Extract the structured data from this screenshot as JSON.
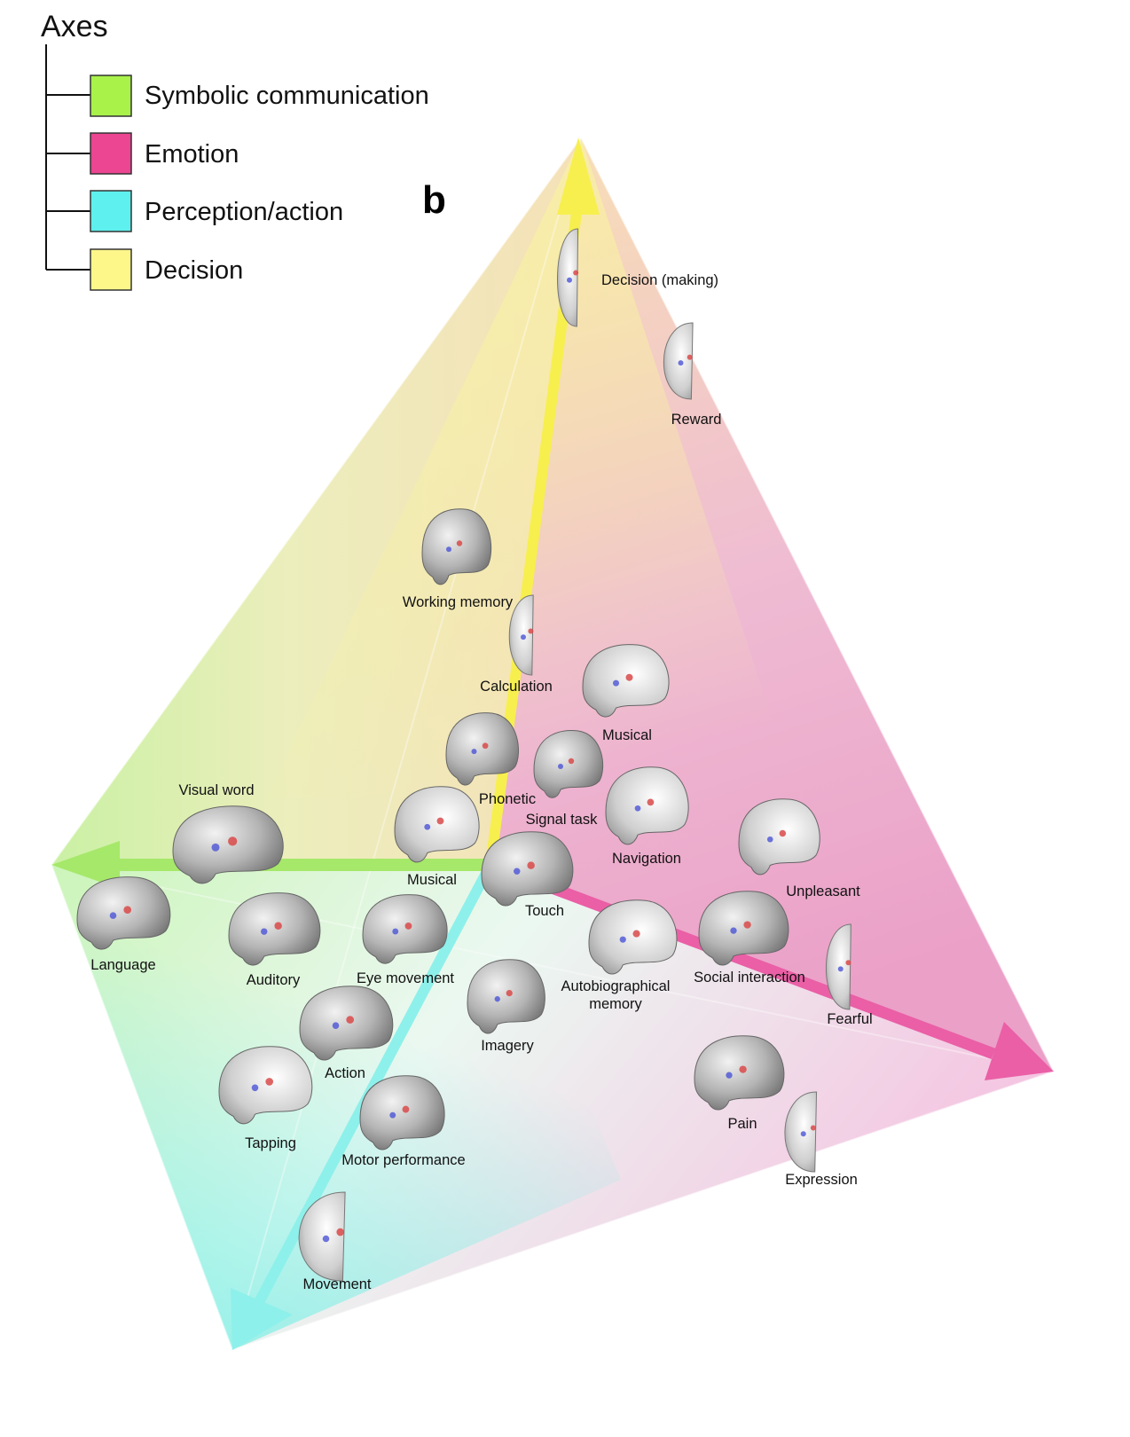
{
  "legend": {
    "title": "Axes",
    "items": [
      {
        "label": "Symbolic communication",
        "color": "#a8f24a"
      },
      {
        "label": "Emotion",
        "color": "#ec4592"
      },
      {
        "label": "Perception/action",
        "color": "#5ef0ee"
      },
      {
        "label": "Decision",
        "color": "#fdf78a"
      }
    ]
  },
  "panel_letter": "b",
  "axis_colors": {
    "symbolic": "#a6e86a",
    "emotion": "#ea5fa6",
    "perception": "#8ef0ea",
    "decision": "#f7ef4e"
  },
  "nodes": [
    {
      "label": "Decision (making)",
      "view": "coronal"
    },
    {
      "label": "Reward",
      "view": "coronal"
    },
    {
      "label": "Working memory",
      "view": "lateral"
    },
    {
      "label": "Calculation",
      "view": "coronal"
    },
    {
      "label": "Musical",
      "view": "sagittal"
    },
    {
      "label": "Phonetic",
      "view": "lateral"
    },
    {
      "label": "Signal task",
      "view": "lateral"
    },
    {
      "label": "Navigation",
      "view": "sagittal"
    },
    {
      "label": "Visual word",
      "view": "lateral"
    },
    {
      "label": "Musical",
      "view": "sagittal"
    },
    {
      "label": "Touch",
      "view": "lateral"
    },
    {
      "label": "Unpleasant",
      "view": "sagittal"
    },
    {
      "label": "Language",
      "view": "lateral"
    },
    {
      "label": "Auditory",
      "view": "lateral"
    },
    {
      "label": "Eye movement",
      "view": "lateral"
    },
    {
      "label": "Autobiographical",
      "label2": "memory",
      "view": "sagittal"
    },
    {
      "label": "Social interaction",
      "view": "lateral"
    },
    {
      "label": "Fearful",
      "view": "coronal"
    },
    {
      "label": "Imagery",
      "view": "lateral"
    },
    {
      "label": "Action",
      "view": "lateral"
    },
    {
      "label": "Tapping",
      "view": "sagittal"
    },
    {
      "label": "Motor performance",
      "view": "lateral"
    },
    {
      "label": "Pain",
      "view": "lateral"
    },
    {
      "label": "Expression",
      "view": "coronal"
    },
    {
      "label": "Movement",
      "view": "coronal"
    }
  ]
}
